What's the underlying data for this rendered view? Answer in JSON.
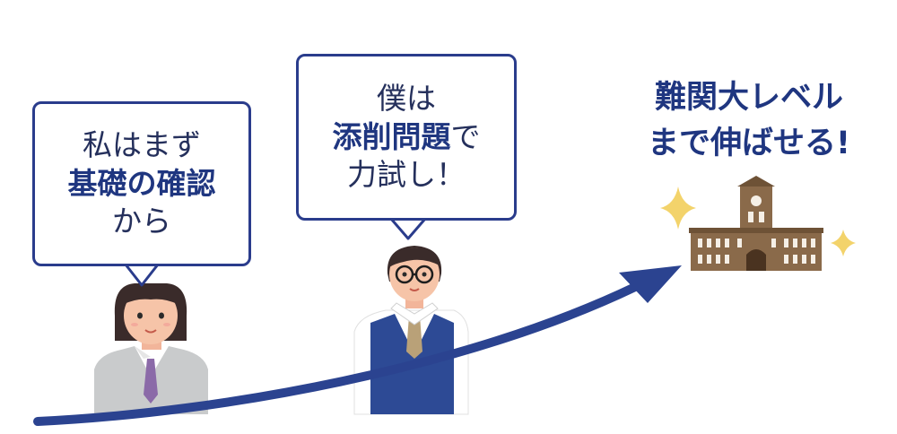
{
  "bubble_left": {
    "line1": "私はまず",
    "line2": "基礎の確認",
    "line3": "から"
  },
  "bubble_mid": {
    "line1": "僕は",
    "line2_bold": "添削問題",
    "line2_rest": "で",
    "line3": "力試し！"
  },
  "goal": {
    "line1": "難関大レベル",
    "line2": "まで伸ばせる!"
  },
  "colors": {
    "navy": "#2a3c8c",
    "text_bold": "#1f3680",
    "arrow": "#2b4390",
    "sparkle": "#f3d36b",
    "building": "#8a6a4a",
    "girl_blazer": "#c9cbcc",
    "boy_vest": "#2d4a95"
  },
  "icons": [
    "sparkle-icon",
    "university-building-icon",
    "growth-arrow-icon",
    "student-girl-avatar",
    "student-boy-avatar"
  ]
}
